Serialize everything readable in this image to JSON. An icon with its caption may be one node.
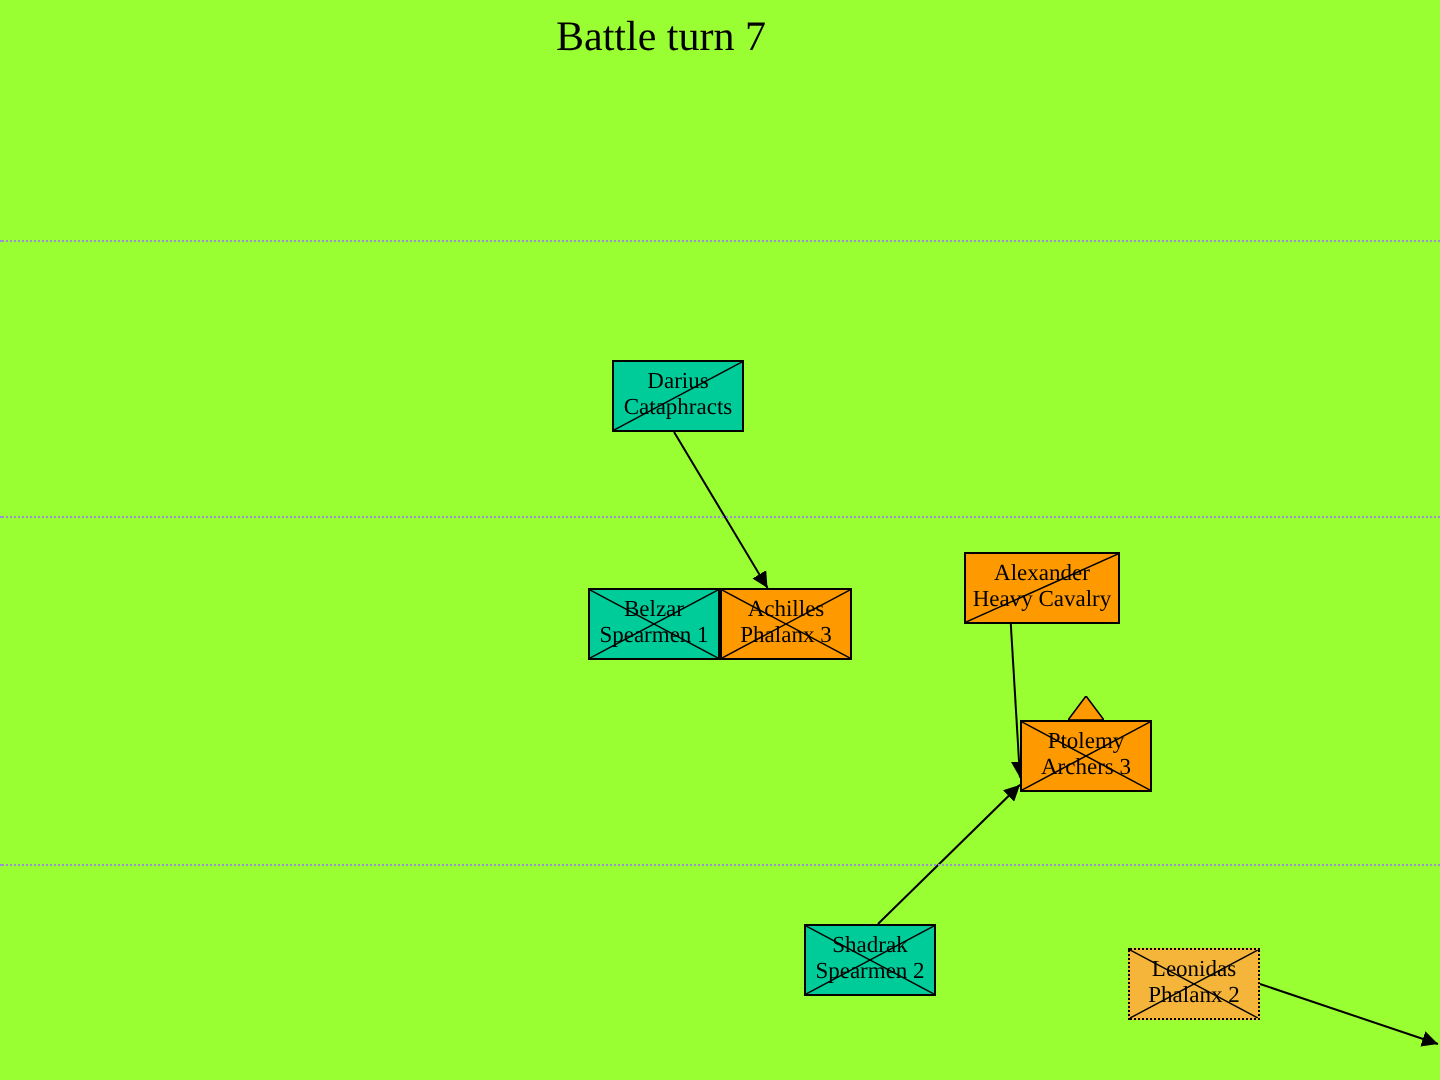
{
  "diagram": {
    "title": "Battle turn 7",
    "nodes": [
      {
        "text": [
          "Darius",
          "Cataphracts"
        ]
      },
      {
        "text": [
          "Belzar",
          "Spearmen 1"
        ]
      },
      {
        "text": [
          "Achilles",
          "Phalanx 3"
        ]
      },
      {
        "text": [
          "Alexander",
          "Heavy Cavalry"
        ]
      },
      {
        "text": [
          "Ptolemy",
          "Archers 3"
        ]
      },
      {
        "text": [
          "Shadrak",
          "Spearmen 2"
        ]
      },
      {
        "text": [
          "Leonidas",
          "Phalanx 2"
        ]
      }
    ],
    "edges": [
      {
        "from": 0,
        "to": 2,
        "arrow": "to"
      },
      {
        "from": 3,
        "to": 4,
        "arrow": "to"
      },
      {
        "from": 5,
        "to": 4,
        "arrow": "to"
      },
      {
        "from": 6,
        "to": null,
        "arrow": "to"
      }
    ]
  }
}
